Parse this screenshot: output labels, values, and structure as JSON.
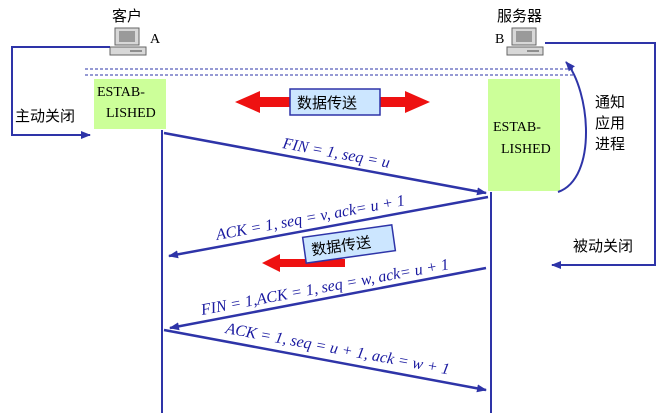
{
  "client": {
    "title": "客户",
    "host_letter": "A",
    "state": [
      "ESTAB-",
      "LISHED"
    ]
  },
  "server": {
    "title": "服务器",
    "host_letter": "B",
    "state": [
      "ESTAB-",
      "LISHED"
    ]
  },
  "side_labels": {
    "active_close": "主动关闭",
    "notify_app": [
      "通知",
      "应用",
      "进程"
    ],
    "passive_close": "被动关闭"
  },
  "data_transfer_labels": {
    "bidirectional": "数据传送",
    "one_way": "数据传送"
  },
  "messages": [
    {
      "id": "fin1",
      "text": "FIN = 1, seq = u"
    },
    {
      "id": "ack1",
      "text": "ACK = 1, seq = v, ack= u + 1"
    },
    {
      "id": "fin2",
      "text": "FIN = 1,ACK = 1, seq = w, ack= u + 1"
    },
    {
      "id": "ack2",
      "text": "ACK = 1, seq = u + 1, ack = w + 1"
    }
  ],
  "colors": {
    "line": "#2e34a8",
    "state_box": "#ccff99",
    "label_box": "#cce6ff",
    "arrow_red": "#ee1111"
  }
}
